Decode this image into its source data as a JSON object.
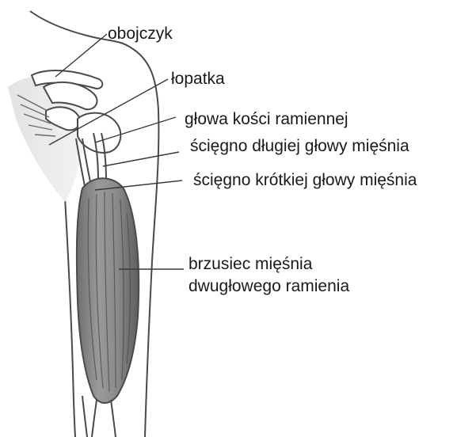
{
  "labels": {
    "clavicle": "obojczyk",
    "scapula": "łopatka",
    "humeral_head": "głowa kości ramiennej",
    "long_head_tendon": "ścięgno długiej głowy mięśnia",
    "short_head_tendon": "ścięgno krótkiej głowy mięśnia",
    "muscle_belly_line1": "brzusiec mięśnia",
    "muscle_belly_line2": "dwugłowego ramienia"
  },
  "colors": {
    "outline": "#4a4a4a",
    "shading": "#d9d9d9",
    "muscle": "#8c8c8c",
    "muscle_dark": "#5a5a5a",
    "leader_line": "#3a3a3a",
    "text": "#1a1a1a"
  }
}
